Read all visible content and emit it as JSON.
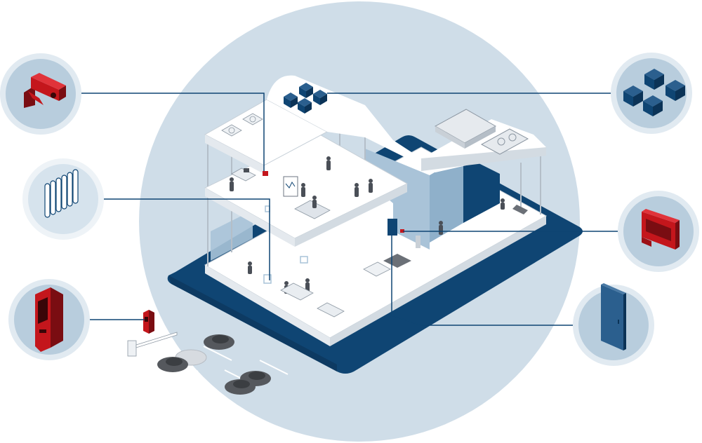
{
  "diagram": {
    "colors": {
      "background_circle": "#cfdde8",
      "icon_circle": "#b8cddd",
      "navy": "#0f4573",
      "red": "#c4161c",
      "dark_red": "#7a0d12",
      "wall_blue": "#a9c3d8",
      "floor": "#ffffff",
      "outline": "#9aa5b1",
      "person": "#4a4f57",
      "car": "#55585d",
      "connector": "#0f4573"
    },
    "callouts": [
      {
        "id": "cctv",
        "icon": "security-camera-icon",
        "side": "left"
      },
      {
        "id": "heating",
        "icon": "radiator-icon",
        "side": "left"
      },
      {
        "id": "access-terminal",
        "icon": "parking-ticket-machine-icon",
        "side": "left"
      },
      {
        "id": "servers",
        "icon": "server-cubes-icon",
        "side": "right"
      },
      {
        "id": "fire-alarm",
        "icon": "alarm-panel-icon",
        "side": "right"
      },
      {
        "id": "door",
        "icon": "door-icon",
        "side": "right"
      }
    ]
  }
}
